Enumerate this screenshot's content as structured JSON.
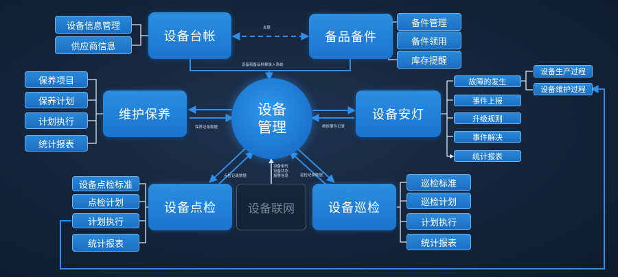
{
  "hub": {
    "line1": "设备",
    "line2": "管理"
  },
  "modules": {
    "ledger": "设备台帐",
    "spare_parts": "备品备件",
    "maintenance": "维护保养",
    "andon": "设备安灯",
    "inspection": "设备点检",
    "iot": "设备联网",
    "patrol": "设备巡检"
  },
  "ledger_items": [
    "设备信息管理",
    "供应商信息"
  ],
  "spare_items": [
    "备件管理",
    "备件领用",
    "库存提醒"
  ],
  "maintenance_items": [
    "保养项目",
    "保养计划",
    "计划执行",
    "统计报表"
  ],
  "andon_items": [
    "故障的发生",
    "事件上报",
    "升级规则",
    "事件解决",
    "统计报表"
  ],
  "andon_process_items": [
    "设备生产过程",
    "设备维护过程"
  ],
  "inspection_items": [
    "设备点检标准",
    "点检计划",
    "计划执行",
    "统计报表"
  ],
  "patrol_items": [
    "巡检标准",
    "巡检计划",
    "计划执行",
    "统计报表"
  ],
  "annotations": {
    "relation": "关联",
    "ledger_spare_to_system": "设备和备品档案录入系统",
    "maintenance_record": "保养记录数据",
    "repair_record": "维修事件记录",
    "inspection_record": "点检记录数据",
    "iot_line1": "设备用时",
    "iot_line2": "设备状态",
    "iot_line3": "报警信息",
    "patrol_record": "巡检记录数据"
  },
  "colors": {
    "background": "#14243a",
    "node_fill": "#1f7ad4",
    "node_border": "#69b4f2",
    "connector": "#dfe8f3",
    "arrow": "#2f8fe8",
    "iot_text": "#7a8899"
  }
}
